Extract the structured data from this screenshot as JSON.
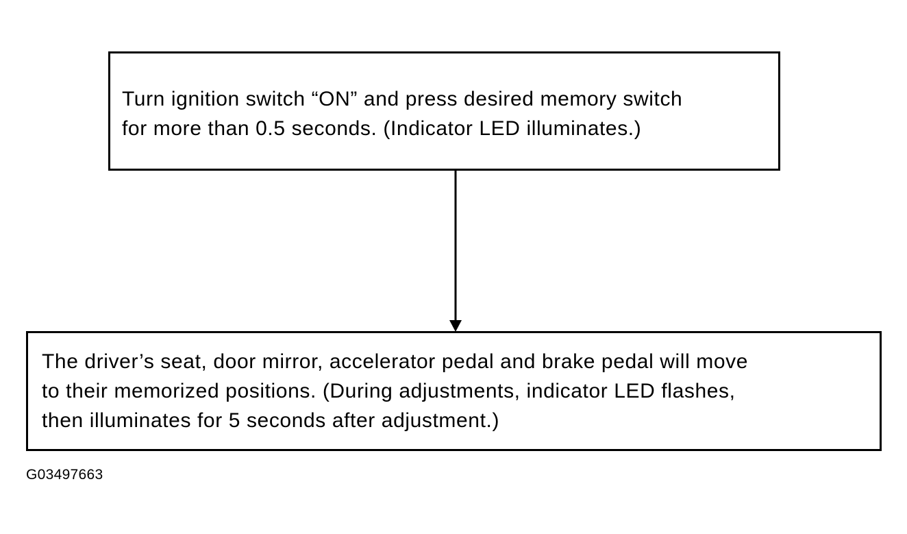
{
  "diagram": {
    "steps": [
      {
        "lines": [
          "Turn ignition switch “ON” and press desired memory switch",
          "for more than 0.5 seconds. (Indicator LED illuminates.)"
        ]
      },
      {
        "lines": [
          "The driver’s seat, door mirror, accelerator pedal and brake pedal will move",
          "to their memorized positions. (During adjustments, indicator LED flashes,",
          "then illuminates for 5 seconds after adjustment.)"
        ]
      }
    ],
    "figure_id": "G03497663",
    "colors": {
      "ink": "#000000",
      "background": "#ffffff"
    }
  }
}
